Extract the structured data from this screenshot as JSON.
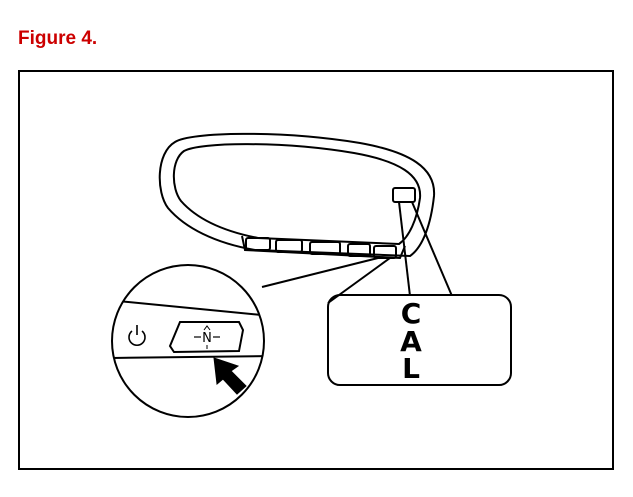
{
  "figure": {
    "title": "Figure 4."
  },
  "colors": {
    "title": "#cc0000",
    "line": "#000000",
    "mirror_fill": "#ffffff"
  },
  "callout": {
    "letters": [
      "C",
      "A",
      "L"
    ]
  },
  "zoom": {
    "button_label": "N",
    "power_icon": "power-icon",
    "pointer_icon": "arrow-pointer-icon"
  }
}
